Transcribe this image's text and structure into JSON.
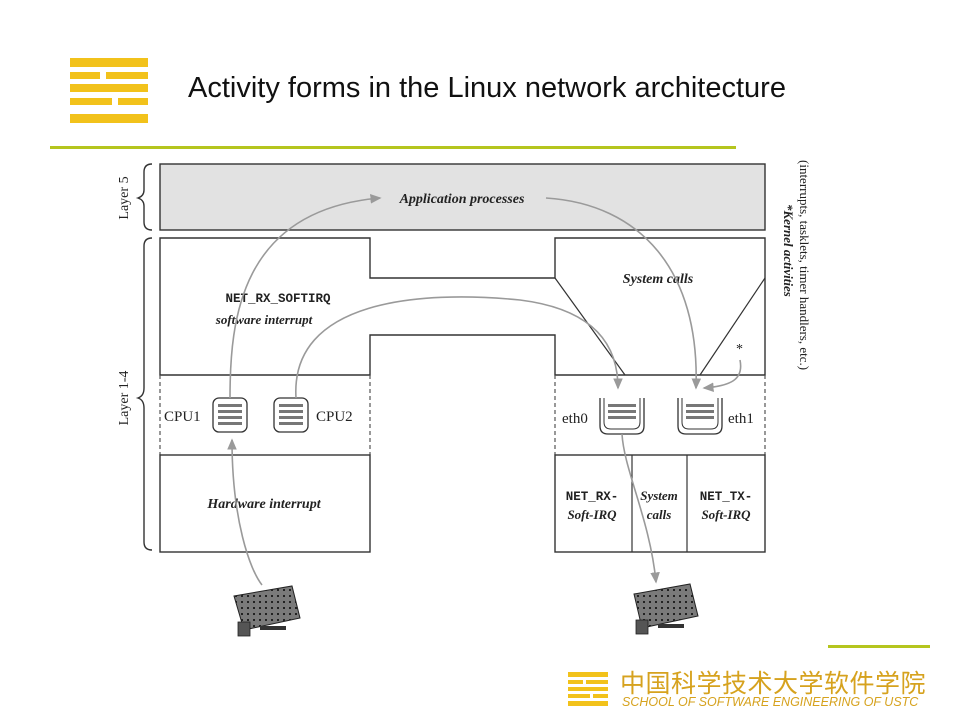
{
  "slide": {
    "title": "Activity forms in the Linux network architecture"
  },
  "brand": {
    "accent_color": "#f2c21b",
    "line_color": "#b5c51e",
    "footer_cn": "中国科学技术大学软件学院",
    "footer_en": "SCHOOL OF SOFTWARE ENGINEERING OF USTC"
  },
  "diagram": {
    "layer5_label": "Layer 5",
    "layer14_label": "Layer 1-4",
    "application_processes": "Application processes",
    "net_rx_softirq": "NET_RX_SOFTIRQ",
    "software_interrupt": "software interrupt",
    "system_calls": "System calls",
    "cpu1": "CPU1",
    "cpu2": "CPU2",
    "eth0": "eth0",
    "eth1": "eth1",
    "hardware_interrupt": "Hardware interrupt",
    "net_rx_soft_a": "NET_RX-",
    "net_rx_soft_b": "Soft-IRQ",
    "sys_calls_a": "System",
    "sys_calls_b": "calls",
    "net_tx_soft_a": "NET_TX-",
    "net_tx_soft_b": "Soft-IRQ",
    "star": "*",
    "kernel_note_1": "*Kernel activities",
    "kernel_note_2": "(interrupts, tasklets, timer handlers, etc.)"
  }
}
